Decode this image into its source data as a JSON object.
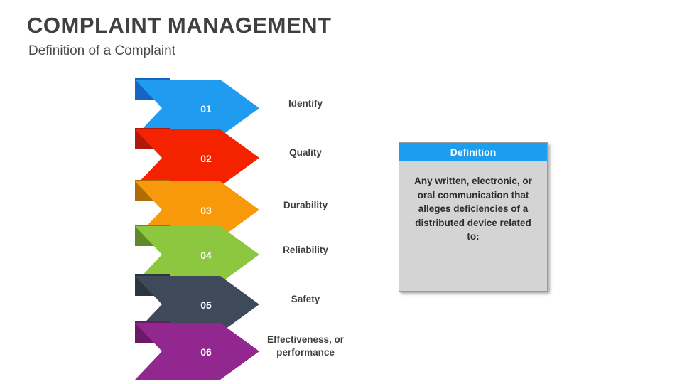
{
  "header": {
    "title": "COMPLAINT MANAGEMENT",
    "subtitle": "Definition of a Complaint"
  },
  "diagram": {
    "type": "process-arrow-list",
    "steps": [
      {
        "number": "01",
        "label": "Identify",
        "color": "#1f9cf0",
        "tail_color": "#1565c0"
      },
      {
        "number": "02",
        "label": "Quality",
        "color": "#f52200",
        "tail_color": "#b3160b"
      },
      {
        "number": "03",
        "label": "Durability",
        "color": "#f7990a",
        "tail_color": "#b06a06"
      },
      {
        "number": "04",
        "label": "Reliability",
        "color": "#8dc63f",
        "tail_color": "#5e8a2c"
      },
      {
        "number": "05",
        "label": "Safety",
        "color": "#3e4a59",
        "tail_color": "#2b3440"
      },
      {
        "number": "06",
        "label": "Effectiveness, or performance",
        "color": "#92278f",
        "tail_color": "#6b1a68"
      }
    ]
  },
  "definition_card": {
    "heading": "Definition",
    "body": "Any written, electronic, or oral communication that alleges deficiencies of a distributed device related to:",
    "header_color": "#1b9df0",
    "body_color": "#d4d4d4"
  }
}
